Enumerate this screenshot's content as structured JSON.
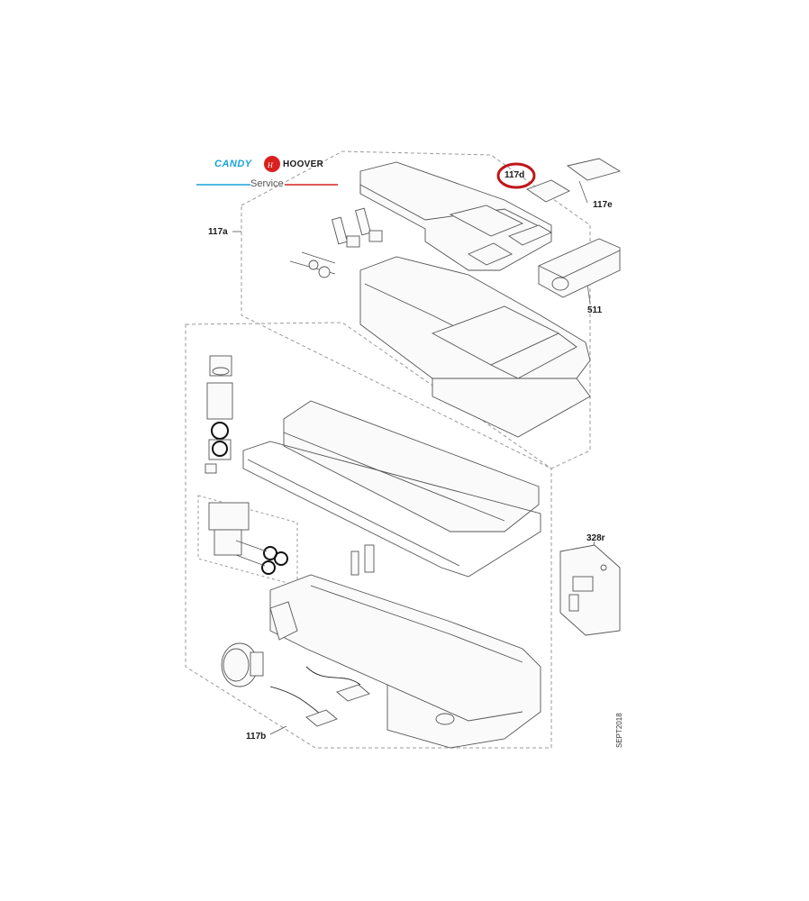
{
  "brand": {
    "candy": "CANDY",
    "hoover": "HOOVER",
    "service": "Service",
    "accent_blue": "#1aa3d8",
    "accent_red": "#d9201f"
  },
  "highlight": {
    "part": "117d",
    "color": "#c0161a"
  },
  "parts": [
    {
      "id": "117d",
      "label": "117d"
    },
    {
      "id": "117e",
      "label": "117e"
    },
    {
      "id": "117a",
      "label": "117a"
    },
    {
      "id": "511",
      "label": "511"
    },
    {
      "id": "328r",
      "label": "328r"
    },
    {
      "id": "117b",
      "label": "117b"
    }
  ],
  "stamp": "SEPT2018"
}
